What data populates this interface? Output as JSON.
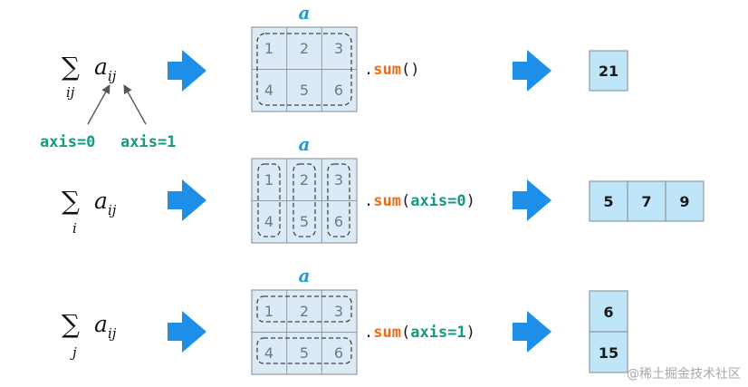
{
  "colors": {
    "arrow": "#1d8fe8",
    "cell_fill": "#dbeaf4",
    "result_fill": "#bfe6f8",
    "grid_line": "#8f9aa4",
    "method": "#ef6c1b",
    "axis_text": "#16997f",
    "array_label": "#1c9fd8"
  },
  "array_label": "a",
  "matrix": [
    [
      1,
      2,
      3
    ],
    [
      4,
      5,
      6
    ]
  ],
  "rows": [
    {
      "sum_symbol": "∑",
      "term": "a",
      "term_subscript": "ij",
      "sum_subscript": "ij",
      "call_dot": ".",
      "call_method": "sum",
      "call_open": "(",
      "call_arg": "",
      "call_close": ")",
      "result": [
        "21"
      ]
    },
    {
      "sum_symbol": "∑",
      "term": "a",
      "term_subscript": "ij",
      "sum_subscript": "i",
      "call_dot": ".",
      "call_method": "sum",
      "call_open": "(",
      "call_arg": "axis=0",
      "call_close": ")",
      "result": [
        "5",
        "7",
        "9"
      ]
    },
    {
      "sum_symbol": "∑",
      "term": "a",
      "term_subscript": "ij",
      "sum_subscript": "j",
      "call_dot": ".",
      "call_method": "sum",
      "call_open": "(",
      "call_arg": "axis=1",
      "call_close": ")",
      "result": [
        "6",
        "15"
      ]
    }
  ],
  "axis_labels": {
    "axis0": "axis=0",
    "axis1": "axis=1"
  },
  "watermark": "@稀土掘金技术社区"
}
